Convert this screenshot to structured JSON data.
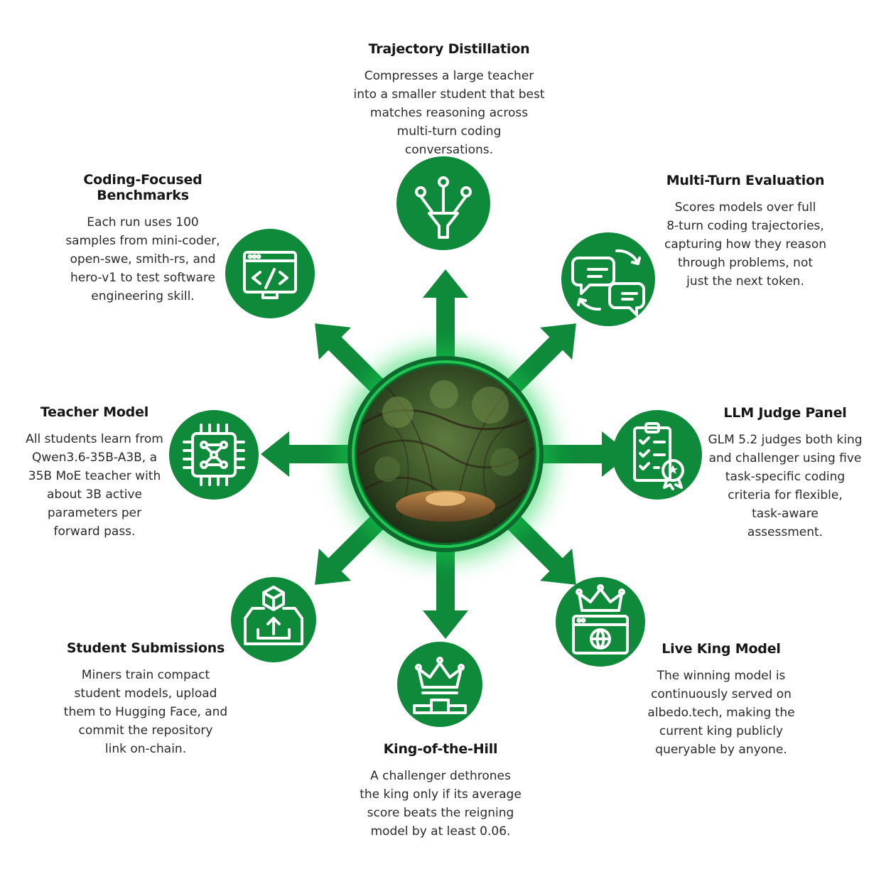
{
  "center": {
    "icon": "tree-canopy-image"
  },
  "colors": {
    "primary": "#0f8a3a",
    "dark": "#0b6a2c",
    "glow": "#19d34f",
    "icon_stroke": "#ffffff",
    "background": "#ffffff"
  },
  "blocks": [
    {
      "id": "trajectory",
      "icon": "funnel-network-icon",
      "title": "Trajectory Distillation",
      "lines": [
        "Compresses a large teacher",
        "into a smaller student that best",
        "matches reasoning across",
        "multi-turn coding",
        "conversations."
      ]
    },
    {
      "id": "multiturn",
      "icon": "chat-bubbles-icon",
      "title": "Multi-Turn Evaluation",
      "lines": [
        "Scores models over full",
        "8-turn coding trajectories,",
        "capturing how they reason",
        "through problems, not",
        "just the next token."
      ]
    },
    {
      "id": "judge",
      "icon": "checklist-badge-icon",
      "title": "LLM Judge Panel",
      "lines": [
        "GLM 5.2 judges both king",
        "and challenger using five",
        "task-specific coding",
        "criteria for flexible,",
        "task-aware",
        "assessment."
      ]
    },
    {
      "id": "liveking",
      "icon": "crown-browser-icon",
      "title": "Live King Model",
      "lines": [
        "The winning model is",
        "continuously served on",
        "albedo.tech, making the",
        "current king publicly",
        "queryable by anyone."
      ]
    },
    {
      "id": "koth",
      "icon": "crown-podium-icon",
      "title": "King-of-the-Hill",
      "lines": [
        "A challenger dethrones",
        "the king only if its average",
        "score beats the reigning",
        "model by at least 0.06."
      ]
    },
    {
      "id": "submissions",
      "icon": "box-upload-icon",
      "title": "Student Submissions",
      "lines": [
        "Miners train compact",
        "student models, upload",
        "them to Hugging Face, and",
        "commit the repository",
        "link on-chain."
      ]
    },
    {
      "id": "teacher",
      "icon": "chip-network-icon",
      "title": "Teacher Model",
      "lines": [
        "All students learn from",
        "Qwen3.6-35B-A3B, a",
        "35B MoE teacher with",
        "about 3B active",
        "parameters per",
        "forward pass."
      ]
    },
    {
      "id": "benchmarks",
      "icon": "code-window-icon",
      "title": "Coding-Focused Benchmarks",
      "lines": [
        "Each run uses 100",
        "samples from mini-coder,",
        "open-swe, smith-rs, and",
        "hero-v1 to test software",
        "engineering skill."
      ]
    }
  ]
}
